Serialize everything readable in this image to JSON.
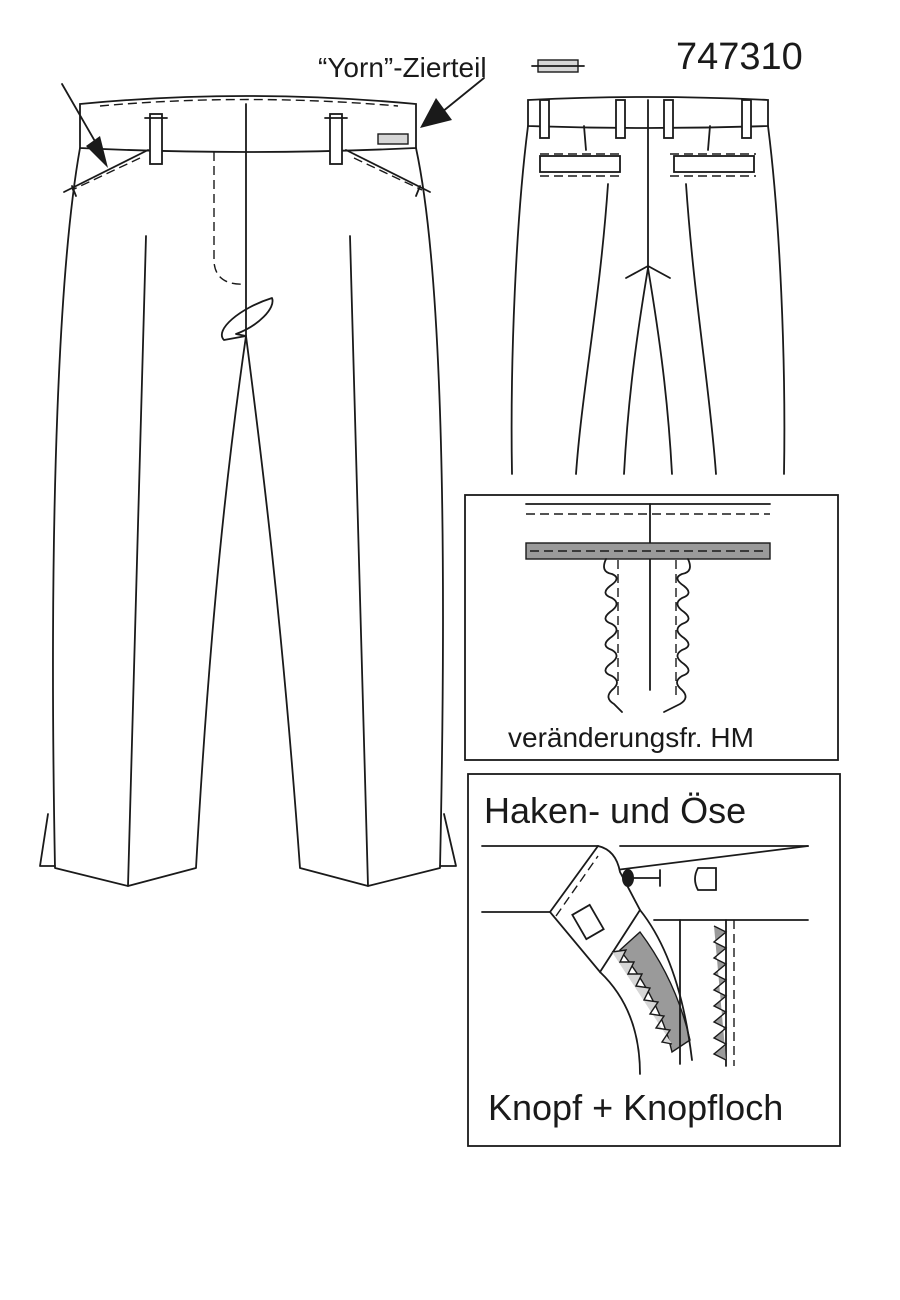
{
  "style_number": "747310",
  "callout": {
    "label": "“Yorn”-Zierteil"
  },
  "detail_hem": {
    "caption": "veränderungsfr. HM"
  },
  "detail_closure": {
    "title": "Haken- und Öse",
    "caption": "Knopf + Knopfloch"
  },
  "colors": {
    "line": "#1a1a1a",
    "fill_dark": "#9a9a9a",
    "fill_light": "#d6d6d6",
    "background": "#ffffff"
  }
}
